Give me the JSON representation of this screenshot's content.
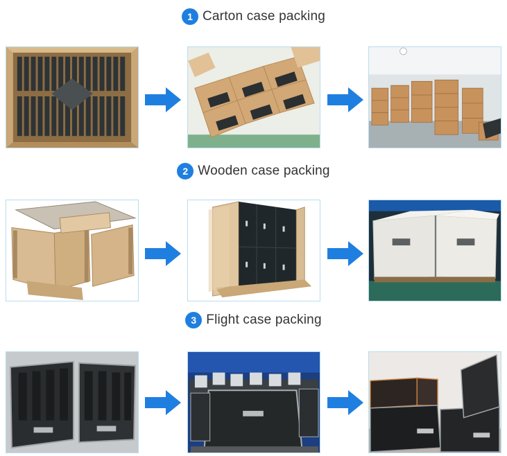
{
  "sections": [
    {
      "number": "1",
      "title": "Carton case packing"
    },
    {
      "number": "2",
      "title": "Wooden case packing"
    },
    {
      "number": "3",
      "title": "Flight case packing"
    }
  ],
  "colors": {
    "accent": "#1f7fe0",
    "title_text": "#333333",
    "photo_border": "#b9dcef"
  },
  "icons": {
    "arrow": "arrow-right-icon",
    "badge": "number-circle-icon"
  }
}
